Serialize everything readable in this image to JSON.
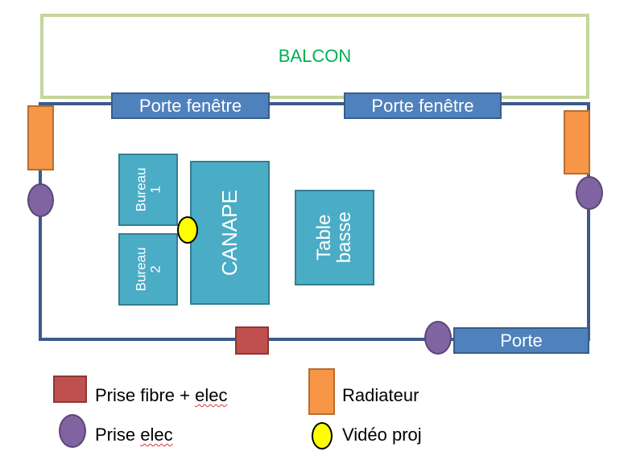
{
  "balcony": {
    "label": "BALCON"
  },
  "windows": [
    {
      "label": "Porte fenêtre"
    },
    {
      "label": "Porte fenêtre"
    }
  ],
  "door": {
    "label": "Porte"
  },
  "furniture": {
    "bureau1": {
      "line1": "Bureau",
      "line2": "1"
    },
    "bureau2": {
      "line1": "Bureau",
      "line2": "2"
    },
    "canape": {
      "label": "CANAPE"
    },
    "table": {
      "line1": "Table",
      "line2": "basse"
    }
  },
  "legend": {
    "fibre": "Prise fibre + elec",
    "radiator": "Radiateur",
    "outlet": "Prise elec",
    "projector": "Vidéo proj"
  },
  "colors": {
    "wall": "#3b5a8a",
    "balcony_border": "#c3d69b",
    "balcony_text": "#00b050",
    "window": "#4f81bd",
    "furniture": "#4bacc6",
    "radiator": "#f79646",
    "outlet": "#8064a2",
    "fibre_outlet": "#c0504d",
    "projector": "#ffff00"
  }
}
